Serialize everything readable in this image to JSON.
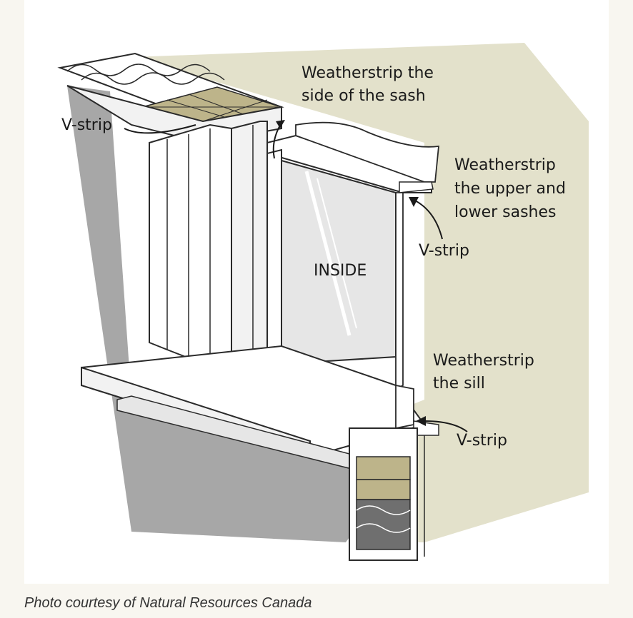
{
  "labels": {
    "weatherstrip_side": [
      "Weatherstrip the",
      "side of the sash"
    ],
    "vstrip_top": "V-strip",
    "weatherstrip_sashes": [
      "Weatherstrip",
      "the upper and",
      "lower sashes"
    ],
    "vstrip_mid": "V-strip",
    "inside": "INSIDE",
    "weatherstrip_sill": [
      "Weatherstrip",
      "the sill"
    ],
    "vstrip_bottom": "V-strip"
  },
  "caption": "Photo courtesy of Natural Resources Canada",
  "colors": {
    "wall": "#a7a7a7",
    "outside": "#e3e1cb",
    "insulation_batt": "#bdb48a",
    "glass": "#e6e6e6",
    "frame": "#f2f2f2",
    "stroke": "#2a2a2a"
  }
}
